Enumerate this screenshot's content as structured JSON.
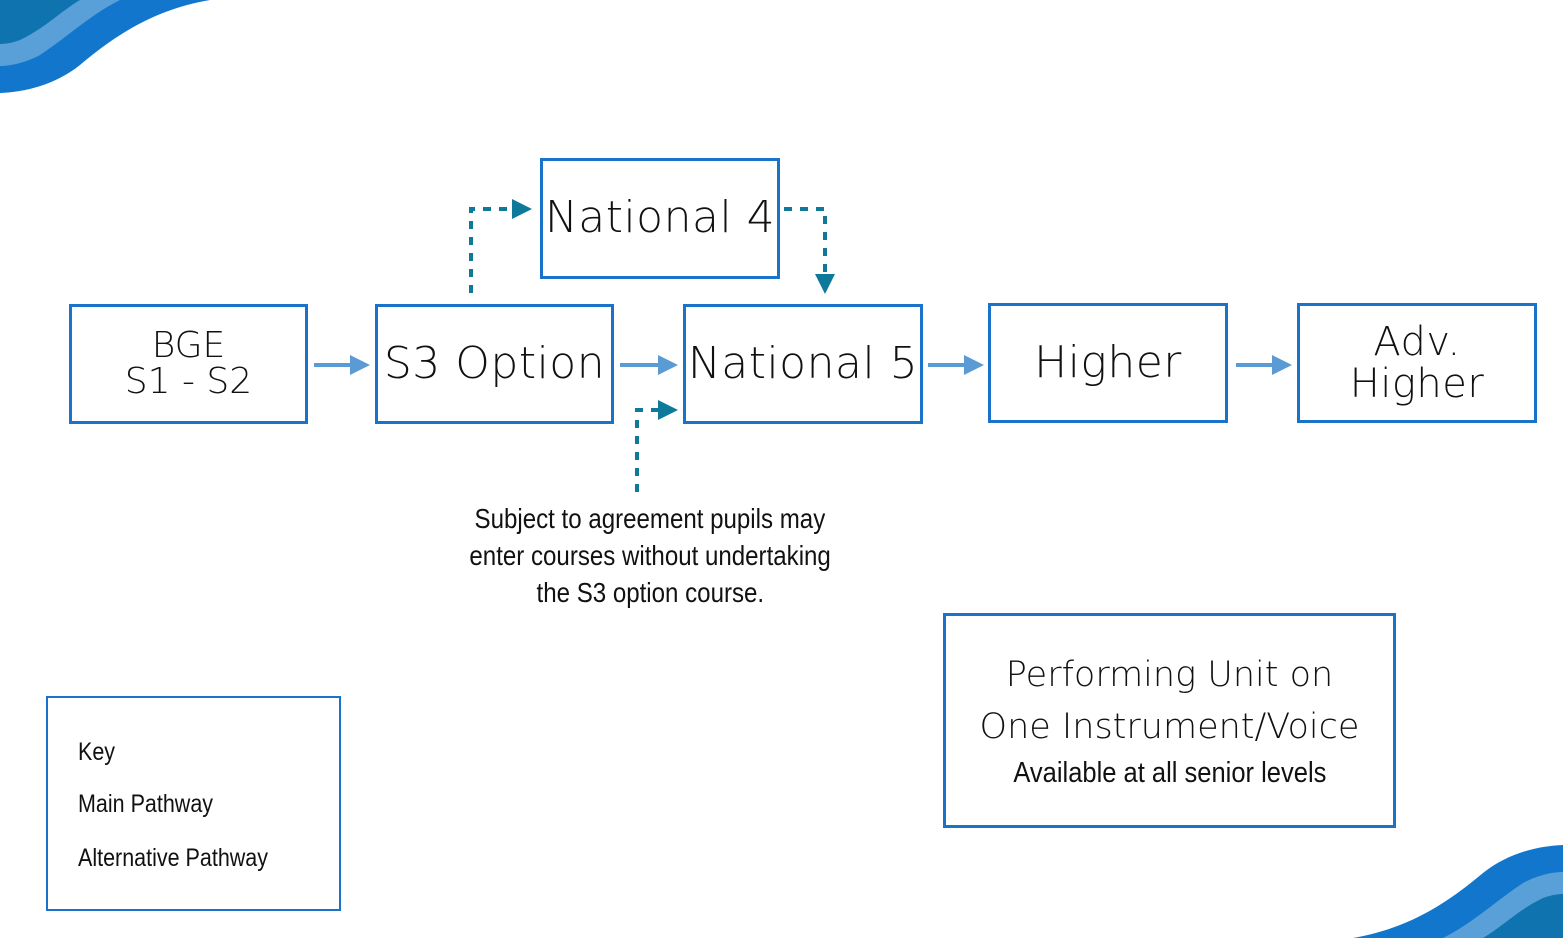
{
  "boxes": {
    "bge": {
      "line1": "BGE",
      "line2": "S1 - S2"
    },
    "s3_option": "S3 Option",
    "national4": "National 4",
    "national5": "National 5",
    "higher": "Higher",
    "adv_higher": "Adv. Higher"
  },
  "note": {
    "line1": "Subject to agreement pupils may",
    "line2": "enter courses without undertaking",
    "line3": "the S3 option course."
  },
  "performing": {
    "line1": "Performing Unit on",
    "line2": "One Instrument/Voice",
    "line3": "Available at all senior levels"
  },
  "key": {
    "title": "Key",
    "main": "Main Pathway",
    "alternative": "Alternative Pathway"
  },
  "colors": {
    "box_border": "#1a73c8",
    "main_arrow": "#5b9bd5",
    "alt_arrow": "#0e7a9a",
    "wave_dark": "#1276cc",
    "wave_light": "#5aa0d8"
  }
}
